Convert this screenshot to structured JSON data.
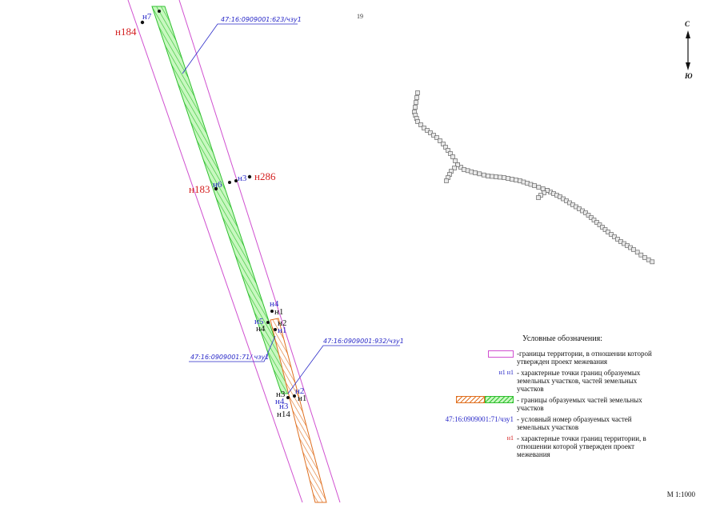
{
  "page_number": "19",
  "north": {
    "top_letter": "С",
    "bottom_letter": "Ю"
  },
  "labels": {
    "n184": "н184",
    "n7": "н7",
    "n183": "н183",
    "n286": "н286",
    "n6": "н6",
    "n3_top": "н3",
    "n4_blue": "н4",
    "n1_black_a": "н1",
    "n5_blue": "н5",
    "n4_black": "н4",
    "n2_black": "н2",
    "n1_blue": "н1",
    "n3_black": "н3",
    "n2_blue": "н2",
    "n4_blue_b": "н4",
    "n1_black_b": "н1",
    "n3_blue_b": "н3",
    "n14": "н14"
  },
  "cadastral": {
    "top": "47:16:0909001:623/чзу1",
    "right": "47:16:0909001:932/чзу1",
    "left": "47:16:0909001:71/ чзу1"
  },
  "legend": {
    "title": "Условные обозначения:",
    "item1": "-границы территории, в отношении которой утвержден проект межевания",
    "item2_sym": "н1 н1",
    "item2": "- характерные точки границ образуемых земельных участков, частей земельных участков",
    "item3": "- границы образуемых частей земельных участков",
    "item4_sym": "47:16:0909001:71/чзу1",
    "item4": "- условный номер образуемых частей земельных участков",
    "item5_sym": "н1",
    "item5": "- характерные точки границ территории, в отношении которой утвержден проект межевания"
  },
  "scale": "М 1:1000",
  "colors": {
    "territory_boundary": "#d050d0",
    "green_part": "#30c030",
    "orange_part": "#e07020",
    "red_label": "#d42020",
    "blue_label": "#2a2ac8"
  }
}
